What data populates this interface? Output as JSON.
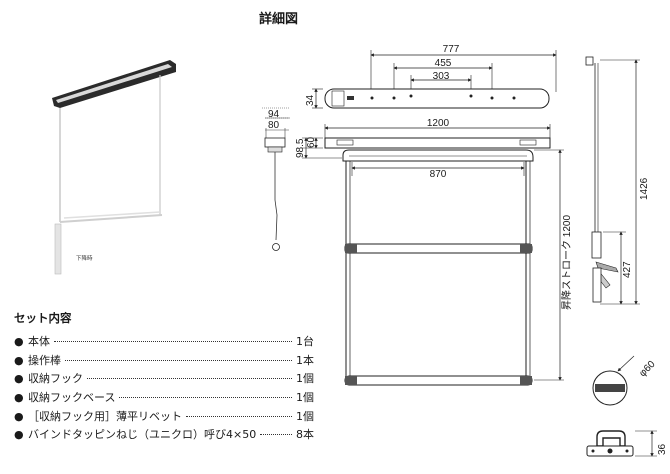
{
  "title": "詳細図",
  "photo_label": "下降時",
  "dimensions": {
    "top_width_outer": "777",
    "top_width_mid": "455",
    "top_width_inner": "303",
    "top_height": "34",
    "clip_width_outer": "94",
    "clip_width_inner": "80",
    "frame_width": "1200",
    "frame_height_outer": "98.5",
    "frame_height_inner": "60",
    "bar_width": "870",
    "stroke_label": "昇降ストローク 1200",
    "total_height": "1426",
    "arm_height": "427",
    "hook_diameter": "φ60",
    "hook_height": "36"
  },
  "set_contents": {
    "heading": "セット内容",
    "bullet": "●",
    "items": [
      {
        "name": "本体",
        "qty": "1台"
      },
      {
        "name": "操作棒",
        "qty": "1本"
      },
      {
        "name": "収納フック",
        "qty": "1個"
      },
      {
        "name": "収納フックベース",
        "qty": "1個"
      },
      {
        "name": "［収納フック用］薄平リベット",
        "qty": "1個"
      },
      {
        "name": "バインドタッピンねじ（ユニクロ）呼び4×50",
        "qty": "8本"
      }
    ]
  }
}
